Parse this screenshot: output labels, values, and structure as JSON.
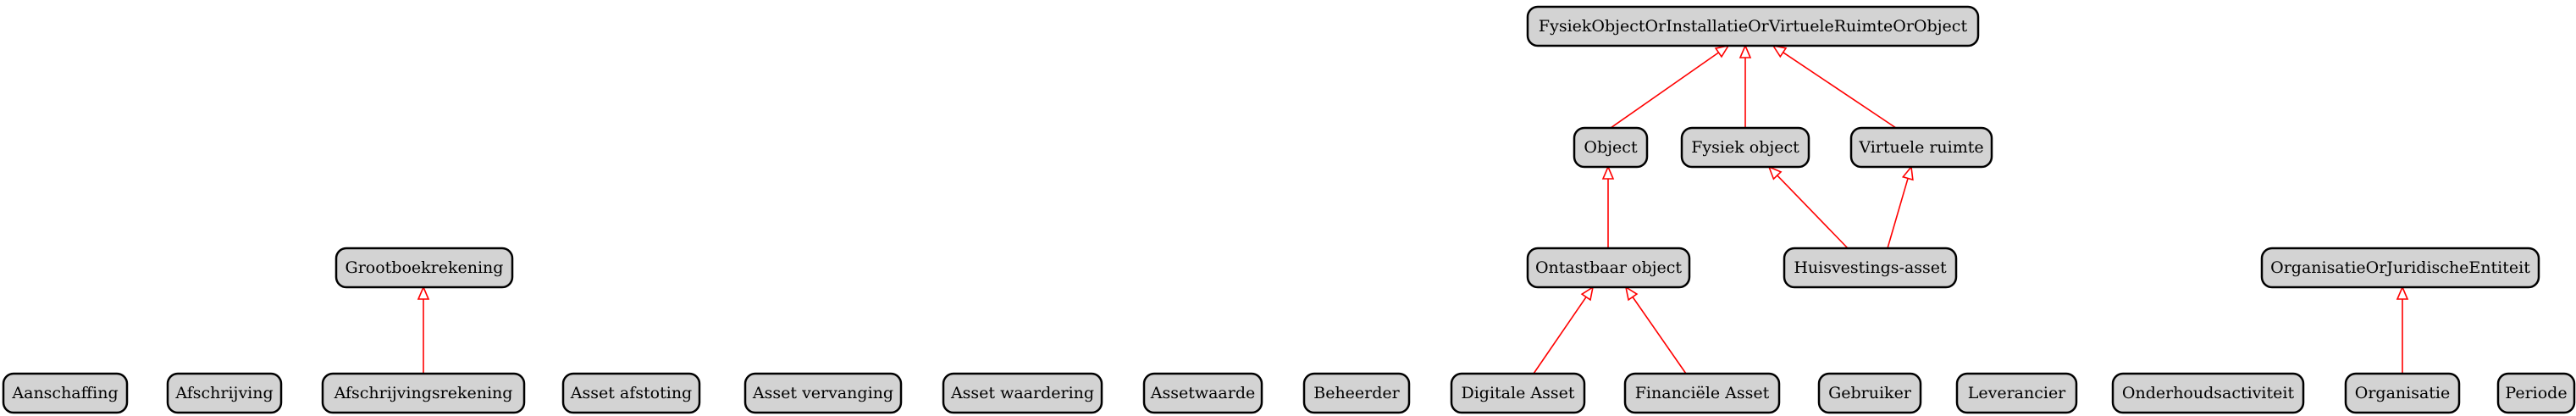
{
  "colors": {
    "node_fill": "#d3d3d3",
    "node_border": "#000000",
    "edge": "#ff0000",
    "background": "#ffffff"
  },
  "nodes": [
    {
      "id": "fysiek_or",
      "label": "FysiekObjectOrInstallatieOrVirtueleRuimteOrObject"
    },
    {
      "id": "object",
      "label": "Object"
    },
    {
      "id": "fysiek_object",
      "label": "Fysiek object"
    },
    {
      "id": "virtuele_ruimte",
      "label": "Virtuele ruimte"
    },
    {
      "id": "grootboekrekening",
      "label": "Grootboekrekening"
    },
    {
      "id": "ontastbaar_object",
      "label": "Ontastbaar object"
    },
    {
      "id": "huisvestings_asset",
      "label": "Huisvestings-asset"
    },
    {
      "id": "org_or_jur",
      "label": "OrganisatieOrJuridischeEntiteit"
    },
    {
      "id": "aanschaffing",
      "label": "Aanschaffing"
    },
    {
      "id": "afschrijving",
      "label": "Afschrijving"
    },
    {
      "id": "afschrijvingsrekening",
      "label": "Afschrijvingsrekening"
    },
    {
      "id": "asset_afstoting",
      "label": "Asset afstoting"
    },
    {
      "id": "asset_vervanging",
      "label": "Asset vervanging"
    },
    {
      "id": "asset_waardering",
      "label": "Asset waardering"
    },
    {
      "id": "assetwaarde",
      "label": "Assetwaarde"
    },
    {
      "id": "beheerder",
      "label": "Beheerder"
    },
    {
      "id": "digitale_asset",
      "label": "Digitale Asset"
    },
    {
      "id": "financiele_asset",
      "label": "Financiële Asset"
    },
    {
      "id": "gebruiker",
      "label": "Gebruiker"
    },
    {
      "id": "leverancier",
      "label": "Leverancier"
    },
    {
      "id": "onderhoudsactiviteit",
      "label": "Onderhoudsactiviteit"
    },
    {
      "id": "organisatie",
      "label": "Organisatie"
    },
    {
      "id": "periode",
      "label": "Periode"
    }
  ],
  "edges": [
    {
      "from": "object",
      "to": "fysiek_or"
    },
    {
      "from": "fysiek_object",
      "to": "fysiek_or"
    },
    {
      "from": "virtuele_ruimte",
      "to": "fysiek_or"
    },
    {
      "from": "ontastbaar_object",
      "to": "object"
    },
    {
      "from": "huisvestings_asset",
      "to": "fysiek_object"
    },
    {
      "from": "huisvestings_asset",
      "to": "virtuele_ruimte"
    },
    {
      "from": "afschrijvingsrekening",
      "to": "grootboekrekening"
    },
    {
      "from": "digitale_asset",
      "to": "ontastbaar_object"
    },
    {
      "from": "financiele_asset",
      "to": "ontastbaar_object"
    },
    {
      "from": "organisatie",
      "to": "org_or_jur"
    }
  ]
}
